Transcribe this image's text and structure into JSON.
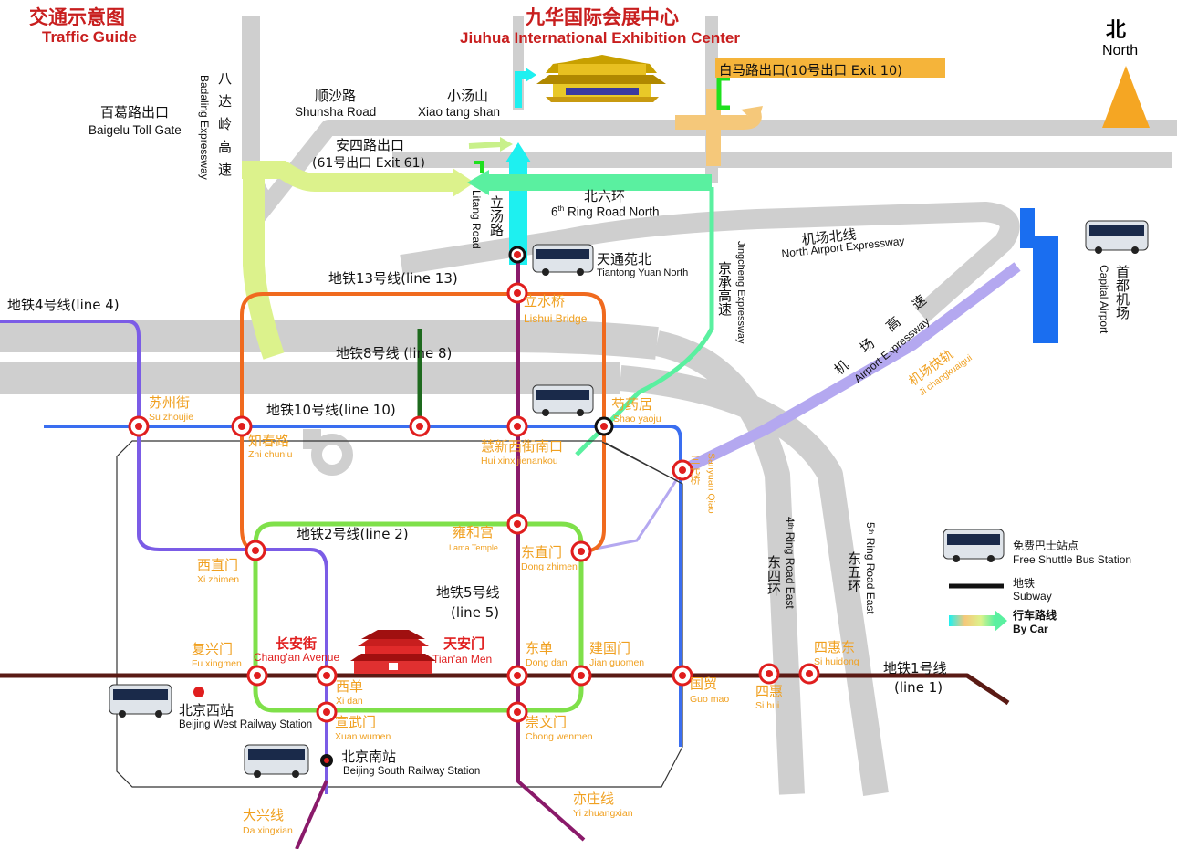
{
  "header": {
    "title_cn": "交通示意图",
    "title_en": "Traffic Guide",
    "venue_cn": "九华国际会展中心",
    "venue_en": "Jiuhua International Exhibition Center"
  },
  "compass": {
    "cn": "北",
    "en": "North",
    "color": "#f5a623"
  },
  "roads": {
    "badaling_cn": "八达岭高速",
    "badaling_en": "Badaling Expressway",
    "baigelu_cn": "百葛路出口",
    "baigelu_en": "Baigelu Toll Gate",
    "shunsha_cn": "顺沙路",
    "shunsha_en": "Shunsha Road",
    "xiaotangshan_cn": "小汤山",
    "xiaotangshan_en": "Xiao tang shan",
    "exit10": "白马路出口(10号出口 Exit 10)",
    "ansi_cn": "安四路出口",
    "ansi_en": "(61号出口 Exit 61)",
    "litang_cn": "立汤路",
    "litang_en": "Litang Road",
    "ring6_cn": "北六环",
    "ring6_en_pre": "6",
    "ring6_en_sup": "th",
    "ring6_en_post": " Ring Road North",
    "jingcheng_cn": "京承高速",
    "jingcheng_en": "Jingcheng Expressway",
    "airport_north_cn": "机场北线",
    "airport_north_en": "North Airport Expressway",
    "airport_exp_cn": "机场高速",
    "airport_exp_en": "Airport Expressway",
    "airport_rail_cn": "机场快轨",
    "airport_rail_en": "Ji changkuaigui",
    "capital_cn": "首都机场",
    "capital_en": "Capital Airport",
    "ring4_en_pre": "4",
    "ring4_en_sup": "th",
    "ring4_en_post": " Ring Road East",
    "ring4_cn": "东四环",
    "ring5_en_pre": "5",
    "ring5_en_sup": "th",
    "ring5_en_post": " Ring Road East",
    "ring5_cn": "东五环"
  },
  "lines": {
    "line13": "地铁13号线(line 13)",
    "line4": "地铁4号线(line 4)",
    "line8": "地铁8号线 (line 8)",
    "line10": "地铁10号线(line 10)",
    "line2": "地铁2号线(line 2)",
    "line5_a": "地铁5号线",
    "line5_b": "(line 5)",
    "line1_a": "地铁1号线",
    "line1_b": "(line 1)",
    "daxing_cn": "大兴线",
    "daxing_en": "Da xingxian",
    "yizhuang_cn": "亦庄线",
    "yizhuang_en": "Yi zhuangxian"
  },
  "stations": {
    "tiantong_cn": "天通苑北",
    "tiantong_en": "Tiantong Yuan North",
    "lishui_cn": "立水桥",
    "lishui_en": "Lishui Bridge",
    "shaoyaoju_cn": "芍药居",
    "shaoyaoju_en": "Shao yaoju",
    "suzhoujie_cn": "苏州街",
    "suzhoujie_en": "Su zhoujie",
    "zhichunlu_cn": "知春路",
    "zhichunlu_en": "Zhi chunlu",
    "huixin_cn": "慧新西街南口",
    "huixin_en": "Hui xinxijienankou",
    "sanyuanqiao_cn": "三元桥",
    "sanyuanqiao_en": "Sanyuan Qiao",
    "yonghegong_cn": "雍和宫",
    "yonghegong_en": "Lama Temple",
    "xizhimen_cn": "西直门",
    "xizhimen_en": "Xi zhimen",
    "dongzhimen_cn": "东直门",
    "dongzhimen_en": "Dong zhimen",
    "fuxingmen_cn": "复兴门",
    "fuxingmen_en": "Fu xingmen",
    "changanjie_cn": "长安街",
    "changanjie_en": "Chang'an Avenue",
    "tiananmen_cn": "天安门",
    "tiananmen_en": "Tian'an Men",
    "xidan_cn": "西单",
    "xidan_en": "Xi dan",
    "dongdan_cn": "东单",
    "dongdan_en": "Dong dan",
    "jianguomen_cn": "建国门",
    "jianguomen_en": "Jian guomen",
    "guomao_cn": "国贸",
    "guomao_en": "Guo mao",
    "sihui_cn": "四惠",
    "sihui_en": "Si hui",
    "sihuidong_cn": "四惠东",
    "sihuidong_en": "Si huidong",
    "xuanwumen_cn": "宣武门",
    "xuanwumen_en": "Xuan wumen",
    "chongwenmen_cn": "崇文门",
    "chongwenmen_en": "Chong wenmen",
    "bjwest_cn": "北京西站",
    "bjwest_en": "Beijing West Railway Station",
    "bjsouth_cn": "北京南站",
    "bjsouth_en": "Beijing South Railway Station"
  },
  "legend": {
    "bus_cn": "免费巴士站点",
    "bus_en": "Free Shuttle Bus Station",
    "subway_cn": "地铁",
    "subway_en": "Subway",
    "car_cn": "行车路线",
    "car_en": "By Car"
  },
  "colors": {
    "road_gray": "#cfcfcf",
    "line1": "#5a1a14",
    "line2": "#7fe04a",
    "line4": "#7b5ce6",
    "line5": "#8a1a6a",
    "line8": "#1e6a1e",
    "line10": "#3a6ef0",
    "line13": "#f06a1e",
    "airport_rail": "#b4a8f0",
    "station_ring": "#e01e1e",
    "exit_orange": "#f5b43a",
    "route_lime": "#d8f28a",
    "route_cyan": "#1ef0f0",
    "route_mint": "#5af0a0",
    "title_red": "#c81e1e"
  }
}
